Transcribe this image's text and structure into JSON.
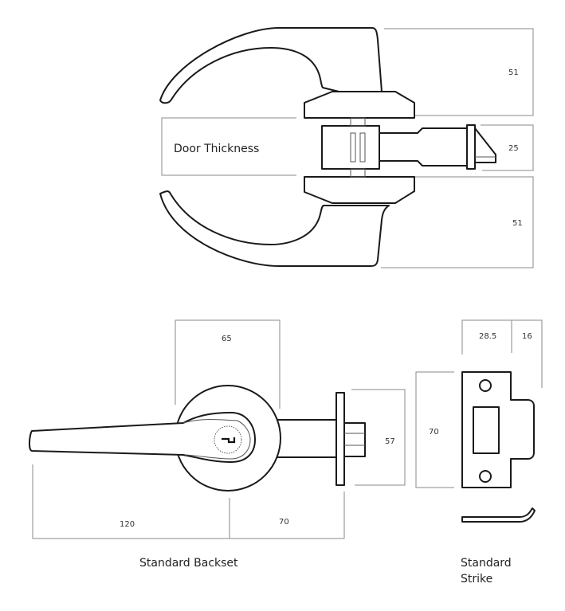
{
  "top_view": {
    "door_thickness_label": "Door Thickness",
    "dim_upper_handle": "51",
    "dim_latch": "25",
    "dim_lower_handle": "51"
  },
  "backset_view": {
    "dim_rose_width": "65",
    "dim_latch_face": "57",
    "dim_lever_length": "120",
    "dim_backset": "70",
    "caption": "Standard Backset"
  },
  "strike_view": {
    "dim_plate_width": "28.5",
    "dim_lip_width": "16",
    "dim_plate_height": "70",
    "caption_line1": "Standard",
    "caption_line2": "Strike"
  },
  "colors": {
    "line": "#1a1a1a",
    "dimension": "#8a8a8a",
    "background": "#ffffff"
  }
}
